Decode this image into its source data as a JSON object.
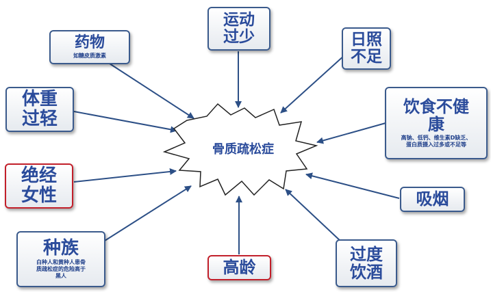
{
  "center": "骨质疏松症",
  "factors": {
    "drugs": {
      "title": "药物",
      "note": "如糖皮质激素"
    },
    "exercise": {
      "title": "运动\n过少"
    },
    "sunlight": {
      "title": "日照\n不足"
    },
    "weight": {
      "title": "体重\n过轻"
    },
    "diet": {
      "title": "饮食不健\n康",
      "note": "高钠、低钙、维生素D缺乏、\n蛋白质摄入过多或不足等"
    },
    "menopause": {
      "title": "绝经\n女性"
    },
    "smoking": {
      "title": "吸烟"
    },
    "race": {
      "title": "种族",
      "note": "白种人和黄种人患骨\n质疏松症的危险高于\n黑人"
    },
    "age": {
      "title": "高龄"
    },
    "alcohol": {
      "title": "过度\n饮酒"
    }
  },
  "colors": {
    "box_border": "#3a5a8c",
    "highlight_border": "#c21f2a",
    "text": "#2a4b9b",
    "arrow": "#2c4f86"
  }
}
